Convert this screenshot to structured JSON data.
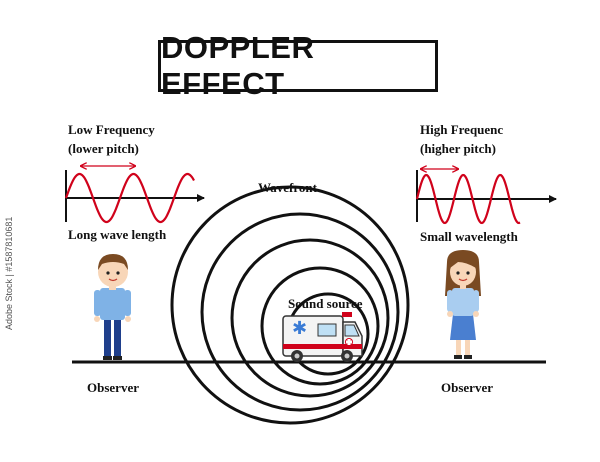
{
  "title": "DOPPLER EFFECT",
  "left_panel": {
    "heading_line1": "Low Frequency",
    "heading_line2": "(lower pitch)",
    "wave_caption": "Long wave length"
  },
  "right_panel": {
    "heading_line1": "High Frequenc",
    "heading_line2": "(higher pitch)",
    "wave_caption": "Small wavelength"
  },
  "center": {
    "wavefront_label": "Wavefront",
    "source_label": "Sound source"
  },
  "observers": {
    "left_label": "Observer",
    "right_label": "Observer"
  },
  "watermark": "Adobe Stock | #1587810681",
  "colors": {
    "wave": "#d0021b",
    "ground": "#111111",
    "boy_shirt": "#7fb2e6",
    "boy_pants": "#1f3f8c",
    "girl_dress": "#4a7fd0",
    "hair": "#7a4a22",
    "skin": "#f8d6b8"
  },
  "icons": [
    "ambulance-icon",
    "boy-observer-icon",
    "girl-observer-icon"
  ]
}
